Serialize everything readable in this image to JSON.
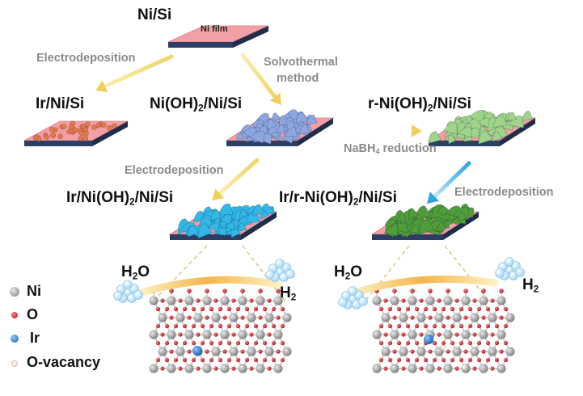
{
  "labels": {
    "ni_si": "Ni/Si",
    "ni_film": "Ni film",
    "ir_ni_si": "Ir/Ni/Si",
    "niohh_si_pre": "Ni(OH)",
    "niohh_si_sub": "2",
    "niohh_si_post": "/Ni/Si",
    "r_niohh_pre": "r-Ni(OH)",
    "r_niohh_sub": "2",
    "r_niohh_post": "/Ni/Si",
    "ir_niohh_pre": "Ir/Ni(OH)",
    "ir_niohh_sub": "2",
    "ir_niohh_post": "/Ni/Si",
    "ir_r_niohh_pre": "Ir/r-Ni(OH)",
    "ir_r_niohh_sub": "2",
    "ir_r_niohh_post": "/Ni/Si"
  },
  "steps": {
    "electrodeposition_1": "Electrodeposition",
    "solvothermal_1": "Solvothermal",
    "solvothermal_2": "method",
    "nabh_pre": "NaBH",
    "nabh_sub": "4",
    "nabh_post": " reduction",
    "electrodeposition_2": "Electrodeposition",
    "electrodeposition_3": "Electrodeposition"
  },
  "reaction": {
    "h2o_left_pre": "H",
    "h2o_left_sub": "2",
    "h2o_left_post": "O",
    "h2_left_pre": "H",
    "h2_left_sub": "2",
    "h2o_right_pre": "H",
    "h2o_right_sub": "2",
    "h2o_right_post": "O",
    "h2_right_pre": "H",
    "h2_right_sub": "2"
  },
  "legend": [
    {
      "label": "Ni",
      "color": "#9a9a9a"
    },
    {
      "label": "O",
      "color": "#c0222a"
    },
    {
      "label": "Ir",
      "color": "#2a76c8"
    },
    {
      "label": "O-vacancy",
      "color": "#f4ece6"
    }
  ],
  "colors": {
    "substrate_top": "#f2a0a6",
    "substrate_side": "#2c3e63",
    "ir_particles": "#e07a50",
    "niohh_flakes": "#8ea6df",
    "r_niohh_flakes": "#9fd58a",
    "ir_niohh_flakes": "#32b8e6",
    "ir_r_niohh_flakes": "#4f9e3a",
    "arrow_yellow": "#f2dc78",
    "arrow_blue": "#3aa8e6"
  }
}
